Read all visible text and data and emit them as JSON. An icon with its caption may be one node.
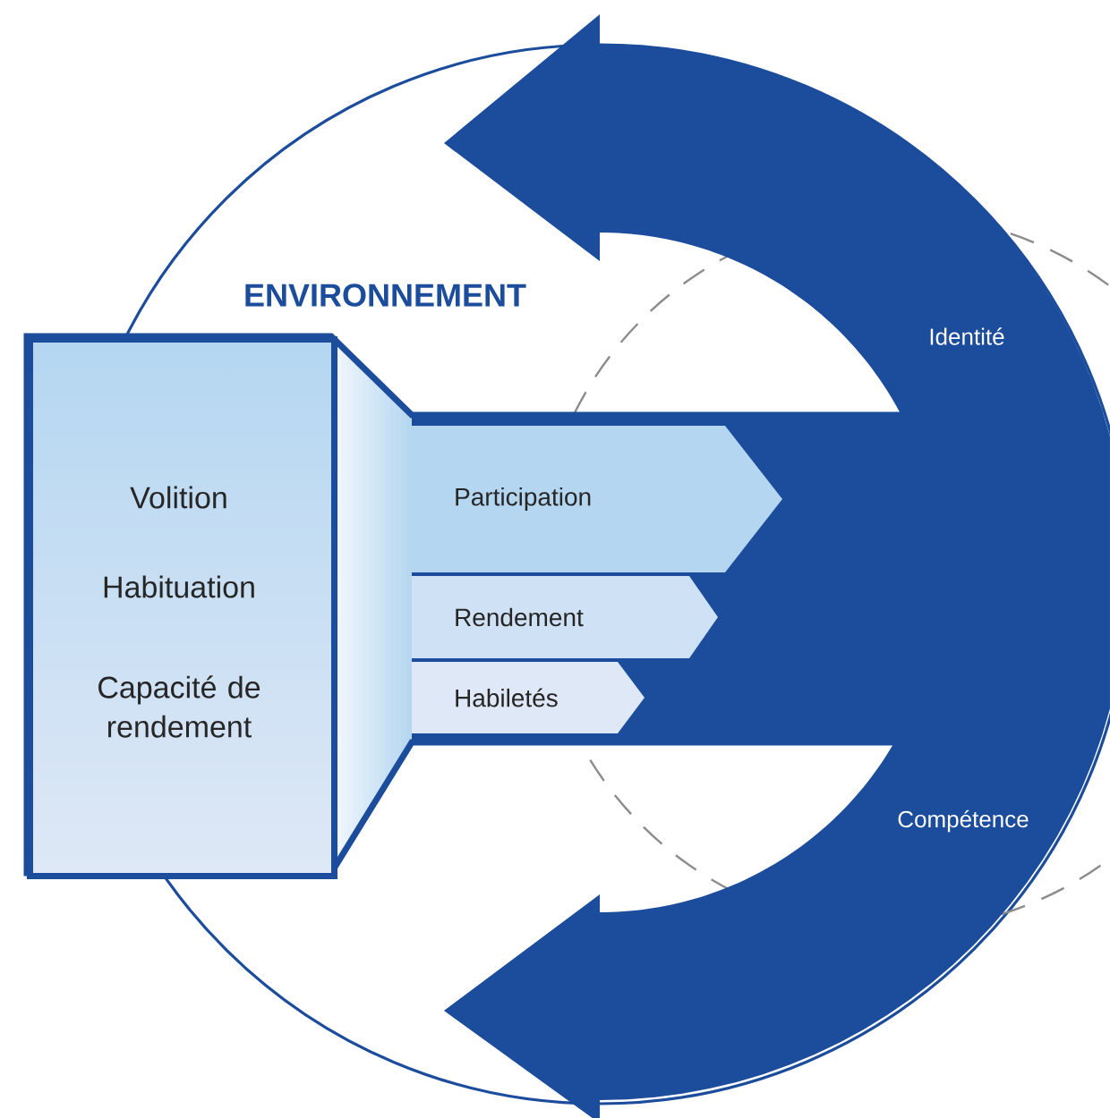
{
  "diagram": {
    "nodes": [
      {
        "text": [
          "Volition",
          "Habituation",
          "Capacité de rendement"
        ]
      },
      {
        "text": [
          "Participation"
        ]
      },
      {
        "text": [
          "Rendement"
        ]
      },
      {
        "text": [
          "Habiletés"
        ]
      },
      {
        "text": [
          "Identité",
          "Compétence"
        ]
      }
    ],
    "labels": [
      "ENVIRONNEMENT"
    ]
  }
}
